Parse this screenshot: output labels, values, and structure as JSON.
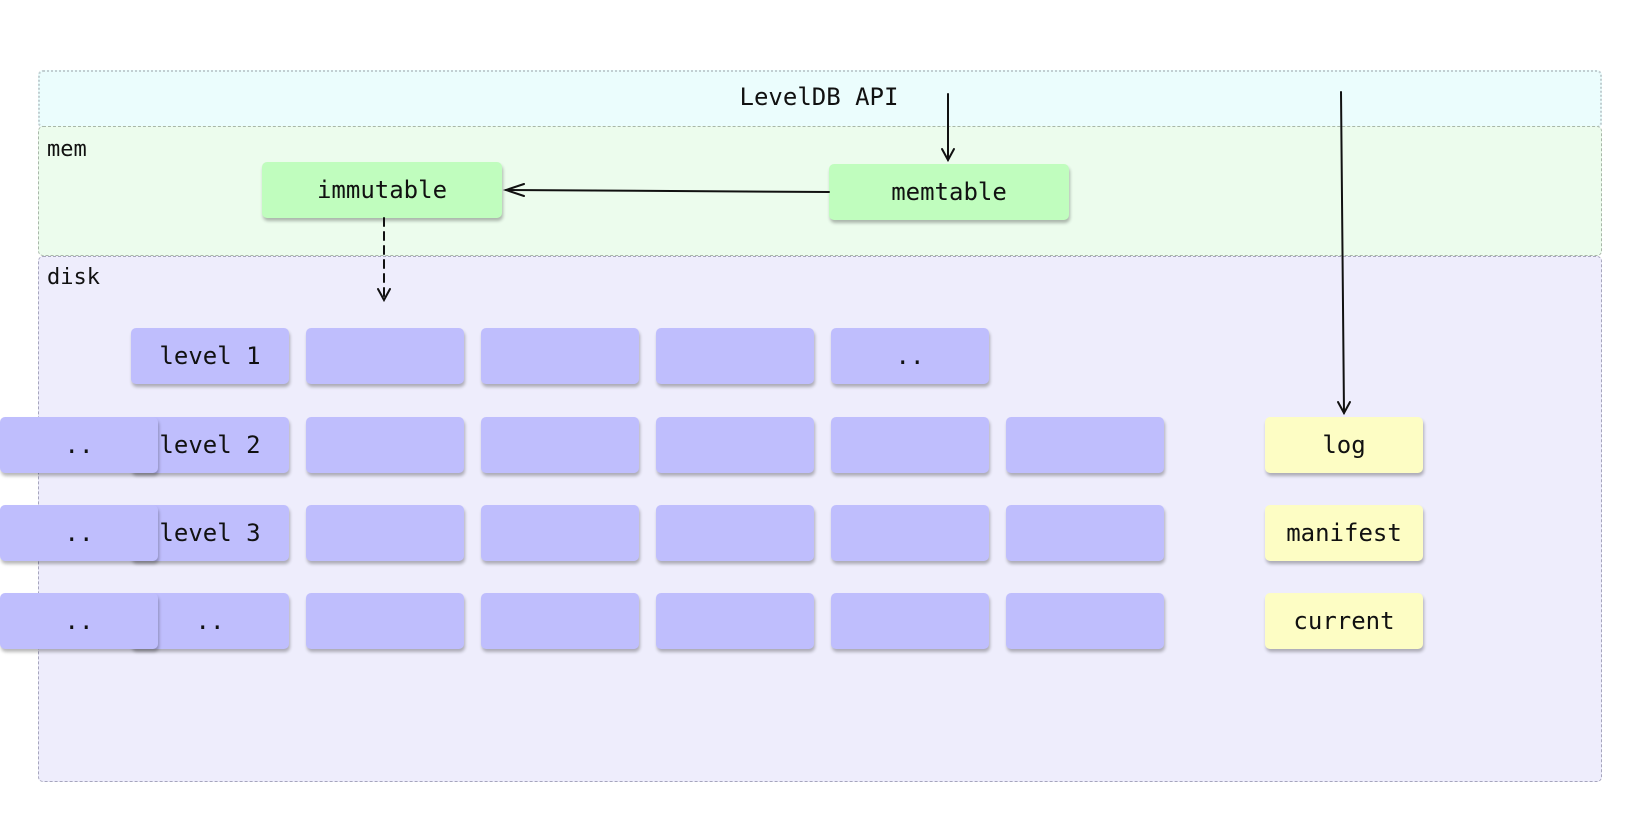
{
  "title": "LevelDB API",
  "colors": {
    "api_bg": "#ebfdfd",
    "mem_bg": "#ecfced",
    "disk_bg": "#eeedfc",
    "mem_box": "#c0fdbe",
    "level_box": "#bfbefd",
    "file_box": "#fdfdc4",
    "arrow": "#111111"
  },
  "regions": {
    "mem": {
      "label": "mem"
    },
    "disk": {
      "label": "disk"
    }
  },
  "mem_boxes": {
    "immutable": "immutable",
    "memtable": "memtable"
  },
  "levels": [
    {
      "label": "level 1",
      "cells": [
        "",
        "",
        "",
        ".."
      ]
    },
    {
      "label": "level 2",
      "cells": [
        "",
        "",
        "",
        "",
        "",
        ".."
      ]
    },
    {
      "label": "level 3",
      "cells": [
        "",
        "",
        "",
        "",
        "",
        ".."
      ]
    },
    {
      "label": "..",
      "cells": [
        "",
        "",
        "",
        "",
        "",
        ".."
      ]
    }
  ],
  "files": [
    "log",
    "manifest",
    "current"
  ]
}
